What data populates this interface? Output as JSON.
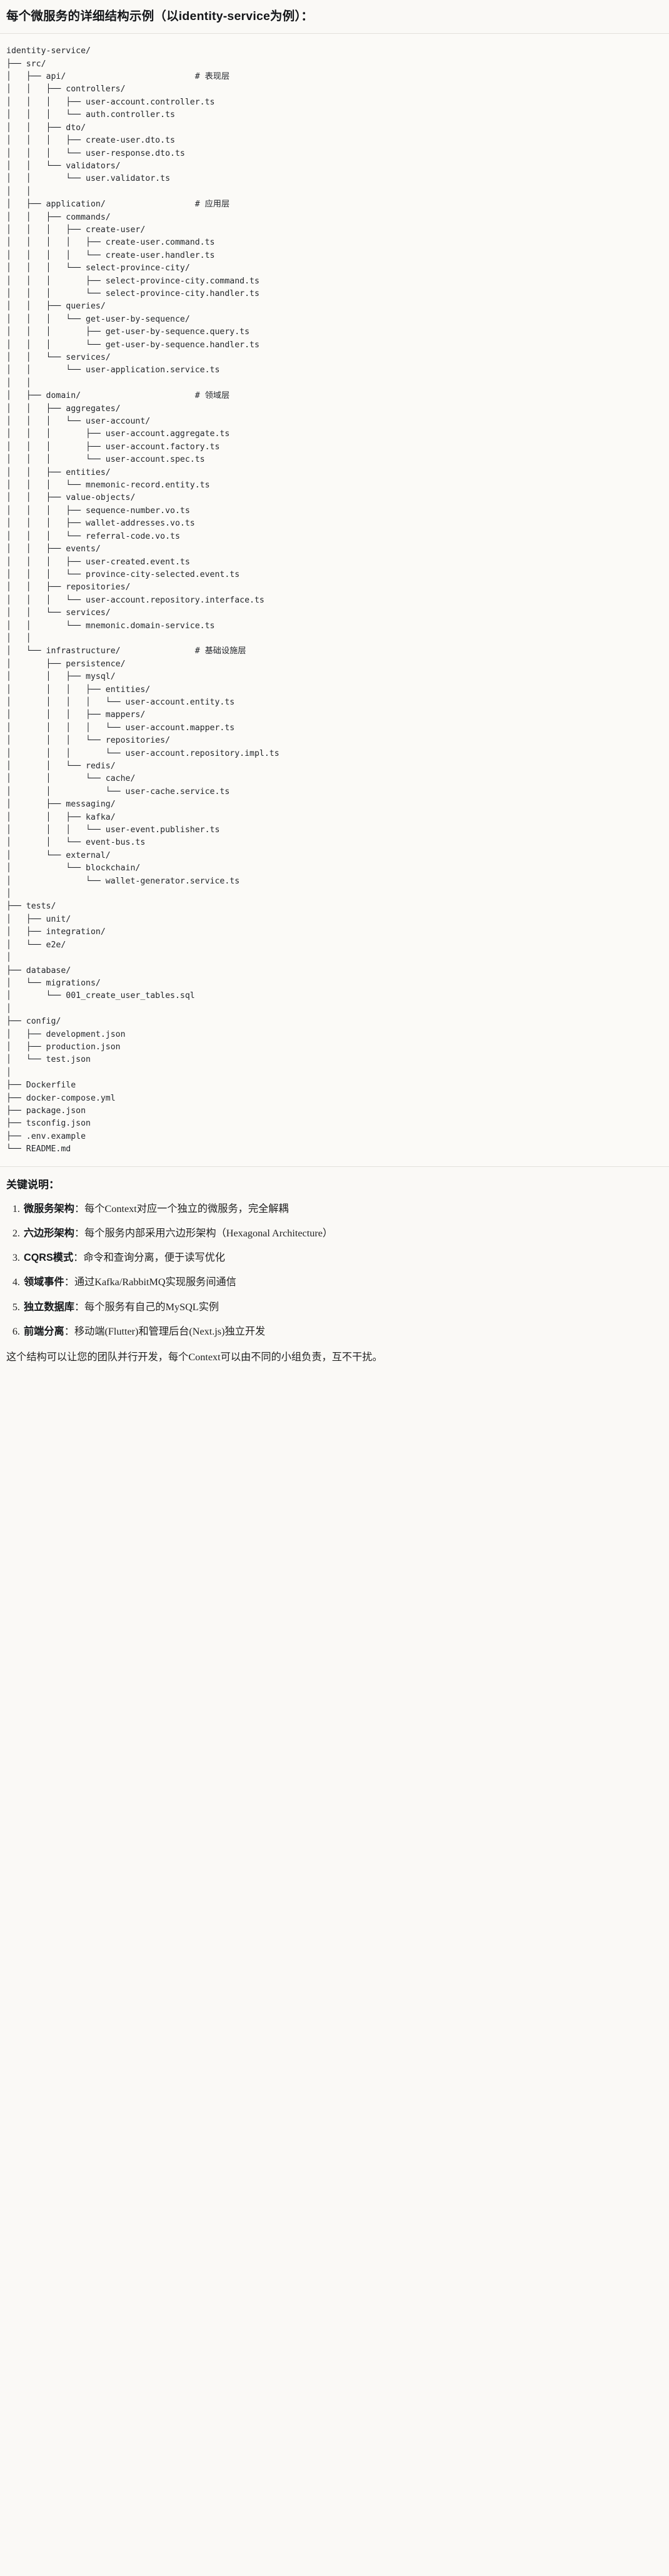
{
  "heading": {
    "text": "每个微服务的详细结构示例（以identity-service为例）："
  },
  "code_block": {
    "language": "text",
    "tree_text": "identity-service/\n├── src/\n│   ├── api/                          # 表现层\n│   │   ├── controllers/\n│   │   │   ├── user-account.controller.ts\n│   │   │   └── auth.controller.ts\n│   │   ├── dto/\n│   │   │   ├── create-user.dto.ts\n│   │   │   └── user-response.dto.ts\n│   │   └── validators/\n│   │       └── user.validator.ts\n│   │\n│   ├── application/                  # 应用层\n│   │   ├── commands/\n│   │   │   ├── create-user/\n│   │   │   │   ├── create-user.command.ts\n│   │   │   │   └── create-user.handler.ts\n│   │   │   └── select-province-city/\n│   │   │       ├── select-province-city.command.ts\n│   │   │       └── select-province-city.handler.ts\n│   │   ├── queries/\n│   │   │   └── get-user-by-sequence/\n│   │   │       ├── get-user-by-sequence.query.ts\n│   │   │       └── get-user-by-sequence.handler.ts\n│   │   └── services/\n│   │       └── user-application.service.ts\n│   │\n│   ├── domain/                       # 领域层\n│   │   ├── aggregates/\n│   │   │   └── user-account/\n│   │   │       ├── user-account.aggregate.ts\n│   │   │       ├── user-account.factory.ts\n│   │   │       └── user-account.spec.ts\n│   │   ├── entities/\n│   │   │   └── mnemonic-record.entity.ts\n│   │   ├── value-objects/\n│   │   │   ├── sequence-number.vo.ts\n│   │   │   ├── wallet-addresses.vo.ts\n│   │   │   └── referral-code.vo.ts\n│   │   ├── events/\n│   │   │   ├── user-created.event.ts\n│   │   │   └── province-city-selected.event.ts\n│   │   ├── repositories/\n│   │   │   └── user-account.repository.interface.ts\n│   │   └── services/\n│   │       └── mnemonic.domain-service.ts\n│   │\n│   └── infrastructure/               # 基础设施层\n│       ├── persistence/\n│       │   ├── mysql/\n│       │   │   ├── entities/\n│       │   │   │   └── user-account.entity.ts\n│       │   │   ├── mappers/\n│       │   │   │   └── user-account.mapper.ts\n│       │   │   └── repositories/\n│       │   │       └── user-account.repository.impl.ts\n│       │   └── redis/\n│       │       └── cache/\n│       │           └── user-cache.service.ts\n│       ├── messaging/\n│       │   ├── kafka/\n│       │   │   └── user-event.publisher.ts\n│       │   └── event-bus.ts\n│       └── external/\n│           └── blockchain/\n│               └── wallet-generator.service.ts\n│\n├── tests/\n│   ├── unit/\n│   ├── integration/\n│   └── e2e/\n│\n├── database/\n│   └── migrations/\n│       └── 001_create_user_tables.sql\n│\n├── config/\n│   ├── development.json\n│   ├── production.json\n│   └── test.json\n│\n├── Dockerfile\n├── docker-compose.yml\n├── package.json\n├── tsconfig.json\n├── .env.example\n└── README.md"
  },
  "notes": {
    "title": "关键说明：",
    "items": [
      {
        "term": "微服务架构",
        "sep": "：",
        "desc": "每个Context对应一个独立的微服务，完全解耦"
      },
      {
        "term": "六边形架构",
        "sep": "：",
        "desc": "每个服务内部采用六边形架构（Hexagonal Architecture）"
      },
      {
        "term": "CQRS模式",
        "sep": "：",
        "desc": "命令和查询分离，便于读写优化"
      },
      {
        "term": "领域事件",
        "sep": "：",
        "desc": "通过Kafka/RabbitMQ实现服务间通信"
      },
      {
        "term": "独立数据库",
        "sep": "：",
        "desc": "每个服务有自己的MySQL实例"
      },
      {
        "term": "前端分离",
        "sep": "：",
        "desc": "移动端(Flutter)和管理后台(Next.js)独立开发"
      }
    ],
    "closing": "这个结构可以让您的团队并行开发，每个Context可以由不同的小组负责，互不干扰。"
  },
  "colors": {
    "page_background": "#faf9f6",
    "code_background": "#fbfaf7",
    "text": "#1f1f1f",
    "heading": "#15171a",
    "rule": "#e3e1dc"
  }
}
